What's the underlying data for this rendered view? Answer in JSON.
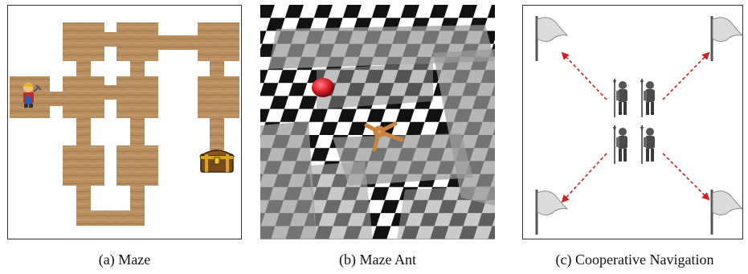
{
  "panels": [
    {
      "id": "a",
      "caption": "(a) Maze"
    },
    {
      "id": "b",
      "caption": "(b) Maze Ant"
    },
    {
      "id": "c",
      "caption": "(c) Cooperative Navigation"
    }
  ],
  "colors": {
    "wood": "#b98e5f",
    "wood_dark": "#9c7347",
    "goal_ball": "#e0202a",
    "ant": "#d89a55",
    "arrow": "#d22020",
    "flag": "#d6d6d6"
  },
  "icons": {
    "maze_agent": "miner-character-icon",
    "maze_goal": "treasure-chest-icon",
    "ant_goal": "red-ball-icon",
    "ant_agent": "ant-robot-icon",
    "nav_agents": "knight-icon",
    "nav_targets": "flag-icon"
  }
}
